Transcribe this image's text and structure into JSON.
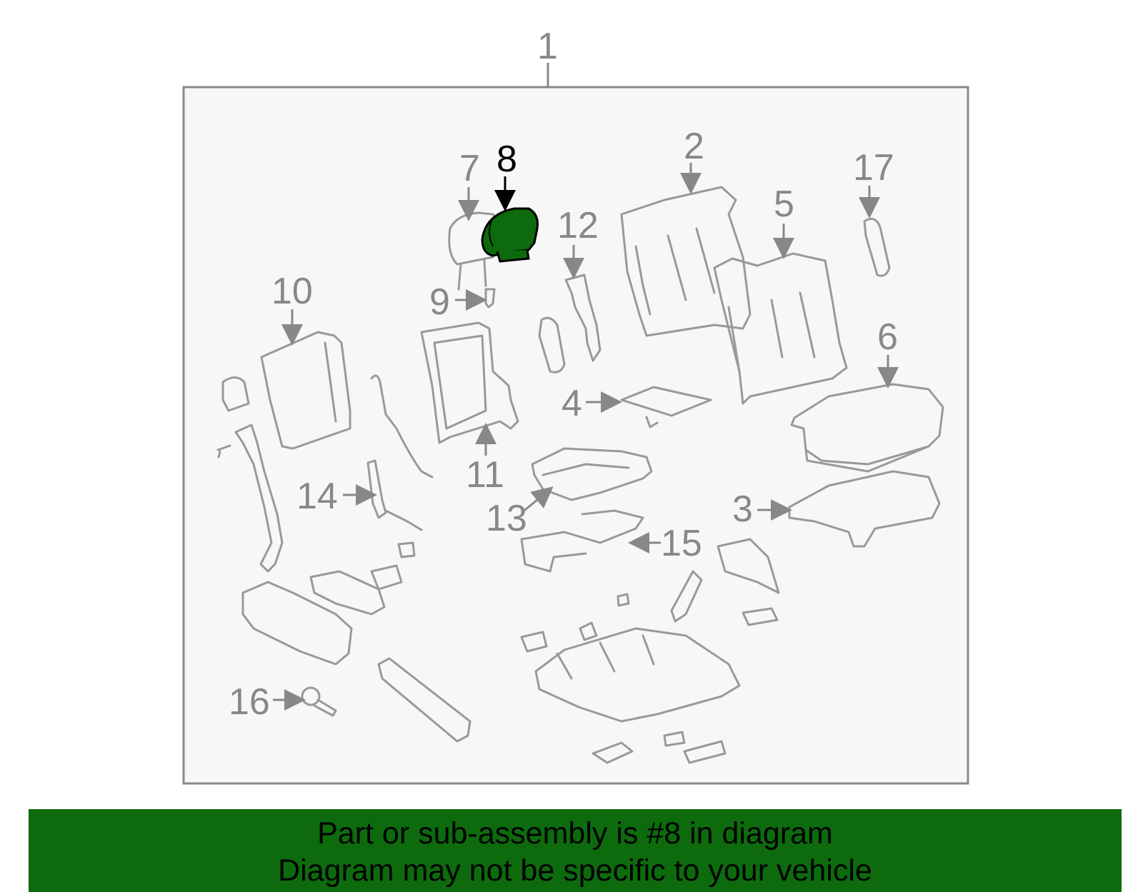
{
  "callouts": {
    "c1": "1",
    "c2": "2",
    "c3": "3",
    "c4": "4",
    "c5": "5",
    "c6": "6",
    "c7": "7",
    "c8": "8",
    "c9": "9",
    "c10": "10",
    "c11": "11",
    "c12": "12",
    "c13": "13",
    "c14": "14",
    "c15": "15",
    "c16": "16",
    "c17": "17"
  },
  "highlight": {
    "part": "8",
    "color": "#0d6b0d"
  },
  "banner": {
    "line1": "Part or sub-assembly is #8 in diagram",
    "line2": "Diagram may not be specific to your vehicle",
    "color": "#0d6b0d"
  }
}
